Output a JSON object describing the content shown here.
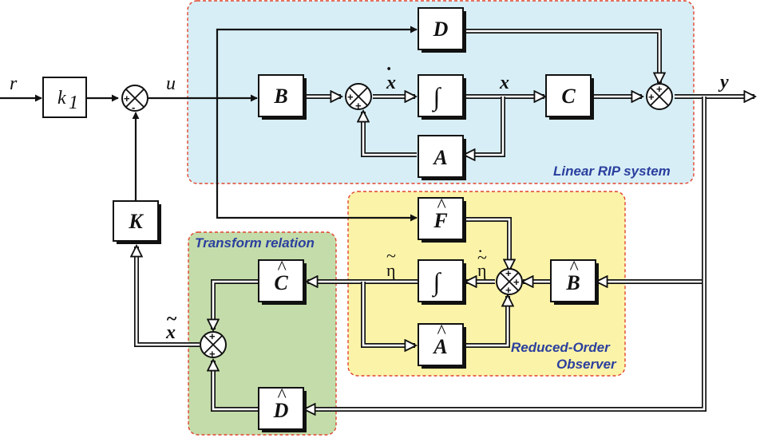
{
  "regions": {
    "linear_system": "Linear  RIP  system",
    "transform_relation": "Transform  relation",
    "observer_line1": "Reduced-Order",
    "observer_line2": "Observer"
  },
  "blocks": {
    "k1": "k",
    "k1_sub": "1",
    "K": "K",
    "B": "B",
    "D": "D",
    "integrator": "∫",
    "C": "C",
    "A": "A",
    "F_hat": "F",
    "integrator_obs": "∫",
    "B_hat": "B",
    "C_hat": "C",
    "A_hat": "A",
    "D_hat": "D",
    "hat_mark": "^"
  },
  "signals": {
    "r": "r",
    "u": "u",
    "x_dot": "x",
    "x": "x",
    "y": "y",
    "eta_tilde": "η",
    "eta_tilde_dot": "η",
    "x_tilde": "x",
    "tilde_mark": "~",
    "dot_mark": "·"
  },
  "signs": {
    "plus": "+",
    "minus": "-"
  },
  "colors": {
    "linear_fill": "#d7eef6",
    "observer_fill": "#fbf3a8",
    "transform_fill": "#c4dcaa",
    "region_border": "#e0442c",
    "region_label": "#2b3f9e"
  }
}
